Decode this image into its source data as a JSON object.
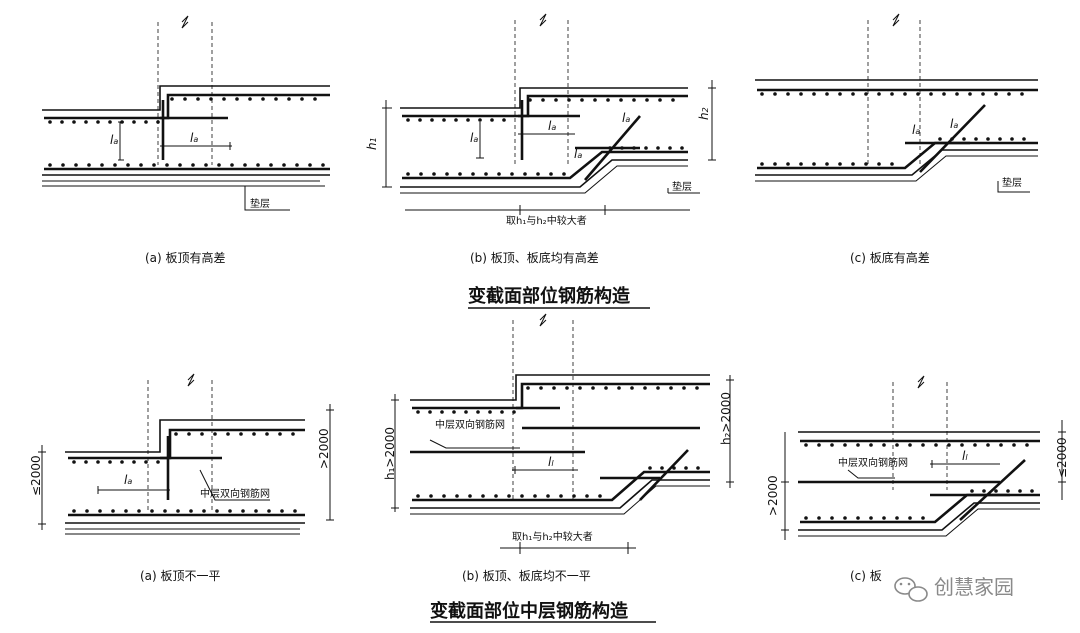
{
  "top": {
    "title": "变截面部位钢筋构造",
    "captions": {
      "a": "(a) 板顶有高差",
      "b": "(b) 板顶、板底均有高差",
      "c": "(c) 板底有高差"
    },
    "labels": {
      "la": "l",
      "la_sub": "a",
      "h1": "h",
      "h1_sub": "1",
      "h2": "h",
      "h2_sub": "2",
      "cushion": "垫层",
      "bigger": "取h₁与h₂中较大者"
    }
  },
  "bottom": {
    "title": "变截面部位中层钢筋构造",
    "captions": {
      "a": "(a) 板顶不一平",
      "b": "(b) 板顶、板底均不一平",
      "c": "(c) 板"
    },
    "labels": {
      "mid_mesh": "中层双向钢筋网",
      "l1": "l",
      "l1_sub": "l",
      "gt2000": ">2000",
      "lt2000": "≤2000",
      "h1gt": "h₁>2000",
      "h2gt": "h₂>2000",
      "la": "l",
      "la_sub": "a",
      "bigger": "取h₁与h₂中较大者"
    }
  },
  "watermark": {
    "text": "创慧家园",
    "icon": "wechat-icon"
  }
}
